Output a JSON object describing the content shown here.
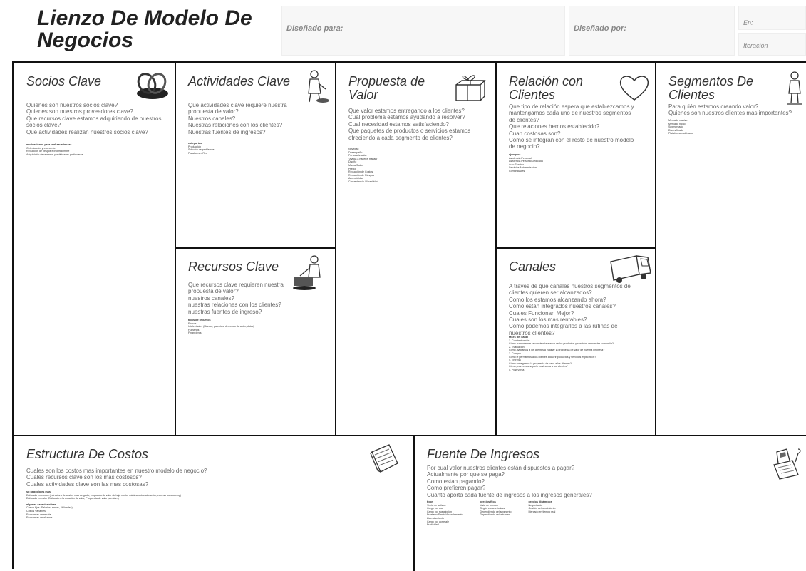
{
  "header": {
    "title_line1": "Lienzo De Modelo De",
    "title_line2": "Negocios",
    "designed_for_label": "Diseñado para:",
    "designed_by_label": "Diseñado por:",
    "on_label": "En:",
    "iteration_label": "Iteración"
  },
  "socios": {
    "title": "Socios Clave",
    "questions": [
      "Quienes son nuestros socios clave?",
      "Quienes son nuestros proveedores clave?",
      "Que recursos clave estamos adquiriendo de nuestros socios clave?",
      "Que actividades realizan nuestros socios clave?"
    ],
    "notes_title": "motivaciones para realizar alianzas",
    "notes": [
      "Optimización y economía",
      "Reducción de riesgos e incertidumbre",
      "Adquisición de recursos y actividades particulares"
    ]
  },
  "actividades": {
    "title": "Actividades Clave",
    "questions": [
      "Que actividades clave requiere nuestra propuesta de valor?",
      "Nuestros canales?",
      "Nuestras relaciones con los clientes?",
      "Nuestras fuentes de ingresos?"
    ],
    "notes_title": "categorías",
    "notes": [
      "Producción",
      "Solución de problemas",
      "Plataforma / Red"
    ]
  },
  "recursos": {
    "title": "Recursos Clave",
    "questions": [
      "Que recursos clave requieren nuestra propuesta de valor?",
      "nuestros canales?",
      "nuestras relaciones con los clientes?",
      "nuestras fuentes de ingreso?"
    ],
    "notes_title": "tipos de recursos",
    "notes": [
      "Físicos",
      "Intelectuales (Marcas, patentes, derechos de autor, datos)",
      "Humanos",
      "Financieros"
    ]
  },
  "propuesta": {
    "title_line1": "Propuesta de",
    "title_line2": "Valor",
    "questions": [
      "Que valor estamos entregando a los clientes?",
      "Cual problema estamos ayudando a resolver?",
      "Cual necesidad estamos satisfaciendo?",
      "Que paquetes de productos o servicios estamos ofreciendo a cada segmento de clientes?"
    ],
    "notes": [
      "Novedad",
      "Desempeño",
      "Personalización",
      "\"Ayuda a hacer el trabajo\"",
      "Diseño",
      "Marca/Status",
      "Precio",
      "Reducción de Costos",
      "Reducción de Riesgos",
      "Accesibilidad",
      "Conveniencia / Usabilidad"
    ]
  },
  "relacion": {
    "title_line1": "Relación con",
    "title_line2": "Clientes",
    "questions": [
      "Que tipo de relación espera que establezcamos y mantengamos cada uno de nuestros segmentos de clientes?",
      "Que relaciones hemos establecido?",
      "Cuan costosas son?",
      "Como se integran con el resto de nuestro modelo de negocio?"
    ],
    "notes_title": "ejemplos",
    "notes": [
      "Asistencia Personal",
      "Asistencia Personal Dedicada",
      "Auto Servicio",
      "Servicios Automatizados",
      "Comunidades"
    ]
  },
  "segmentos": {
    "title_line1": "Segmentos De",
    "title_line2": "Clientes",
    "questions": [
      "Para quién estamos creando valor?",
      "Quienes son nuestros clientes mas importantes?"
    ],
    "notes": [
      "Mercado masivo",
      "Mercado nicho",
      "Segmentado",
      "Diversificado",
      "Plataforma multi-lado"
    ]
  },
  "canales": {
    "title": "Canales",
    "questions": [
      "A traves de que canales nuestros segmentos de clientes quieren ser alcanzados?",
      "Como los estamos alcanzando ahora?",
      "Como estan integrados nuestros canales?",
      "Cuales Funcionan Mejor?",
      "Cuales son los mas rentables?",
      "Como podemos integrarlos a las rutinas de nuestros clientes?"
    ],
    "notes_title": "fases del canal",
    "notes": [
      "1. Concientización",
      "Cómo aumentamos la conciencia acerca de los productos y servicios de nuestra compañía?",
      "2. Evaluación",
      "Cómo ayudamos a los clientes a evaluar la propuesta de valor de nuestra empresa?",
      "3. Compra",
      "Cómo le permitimos a los clientes adquirir productos y servicios específicos?",
      "4. Entrega",
      "Cómo entregamos la propuesta de valor a los clientes?",
      "Cómo proveemos soporte post-venta a los clientes?",
      "5. Post Venta"
    ]
  },
  "costos": {
    "title": "Estructura De Costos",
    "questions": [
      "Cuales son los costos mas importantes en nuestro modelo de negocio?",
      "Cuales recursos clave son los mas costosos?",
      "Cuales actividades clave son las mas costosas?"
    ],
    "notes_title": "su negocio es mas:",
    "notes": [
      "Enfocado en costos (estructura de costos mas delgada, propuesta de valor de bajo costo, máxima automatización, extenso outsourcing)",
      "Enfocado en valor (Enfocado a la creación de valor, Propuesta de valor premium)"
    ],
    "notes2_title": "algunas características",
    "notes2": [
      "Costos fijos (Salarios, rentas, Utilidades)",
      "Costos Variables",
      "Economías de escala",
      "Economías de alcance"
    ]
  },
  "ingresos": {
    "title": "Fuente De Ingresos",
    "questions": [
      "Por cual valor nuestros clientes están dispuestos a pagar?",
      "Actualmente por que se paga?",
      "Como estan pagando?",
      "Como prefieren pagar?",
      "Cuanto aporta cada fuente de ingresos a los ingresos generales?"
    ],
    "col1_title": "tipos",
    "col1": [
      "Venta de activos",
      "Cargo por uso",
      "Cargo por suscripción",
      "Prestamo/Renta/Arrendamiento",
      "Licenciamiento",
      "Cargo por corretaje",
      "Publicidad"
    ],
    "col2_title": "precios fijos",
    "col2": [
      "Lista de precios",
      "Según características",
      "Dependiendo del segmento",
      "Dependiendo del volumen"
    ],
    "col3_title": "precios dinámicos",
    "col3": [
      "Negociación",
      "Gestión del rendimiento",
      "Mercado en tiempo real"
    ]
  }
}
